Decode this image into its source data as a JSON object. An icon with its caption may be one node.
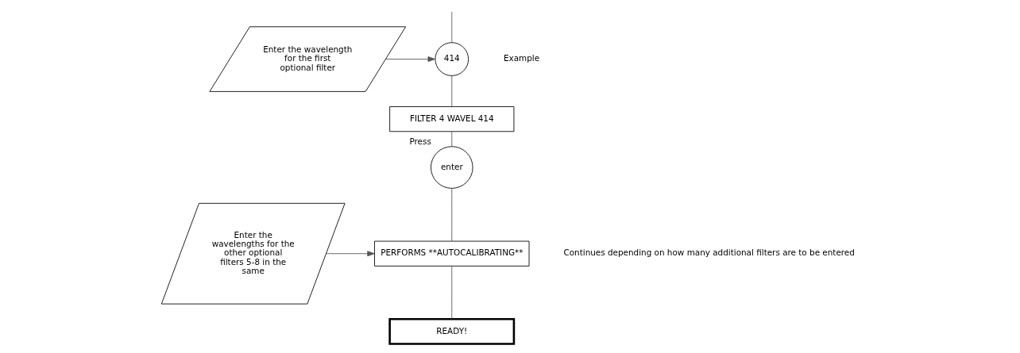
{
  "diagram": {
    "nodes": [
      {
        "text": [
          "Enter the wavelength for the first optional filter"
        ]
      },
      {
        "text": [
          "414"
        ]
      },
      {
        "text": [
          "FILTER 4 WAVEL 414"
        ]
      },
      {
        "text": [
          "Enter the wavelengths for the other optional filters 5-8 in the same"
        ]
      },
      {
        "text": [
          "enter"
        ],
        "beside": [
          "Press"
        ]
      },
      {
        "text": [
          "PERFORMS **AUTOCALIBRATING**"
        ]
      },
      {
        "text": [
          "READY!"
        ]
      }
    ],
    "edges": [
      {
        "from": null,
        "to": 1,
        "arrow": "none"
      },
      {
        "from": 0,
        "to": 1,
        "arrow": "to"
      },
      {
        "from": 1,
        "to": 2,
        "arrow": "none"
      },
      {
        "from": 2,
        "to": 4,
        "arrow": "none"
      },
      {
        "from": 3,
        "to": 5,
        "arrow": "to"
      },
      {
        "from": 4,
        "to": 5,
        "arrow": "none"
      },
      {
        "from": 5,
        "to": 6,
        "arrow": "none"
      }
    ],
    "labels": [
      "Example",
      "Continues depending on how many additional filters are to be entered"
    ]
  }
}
